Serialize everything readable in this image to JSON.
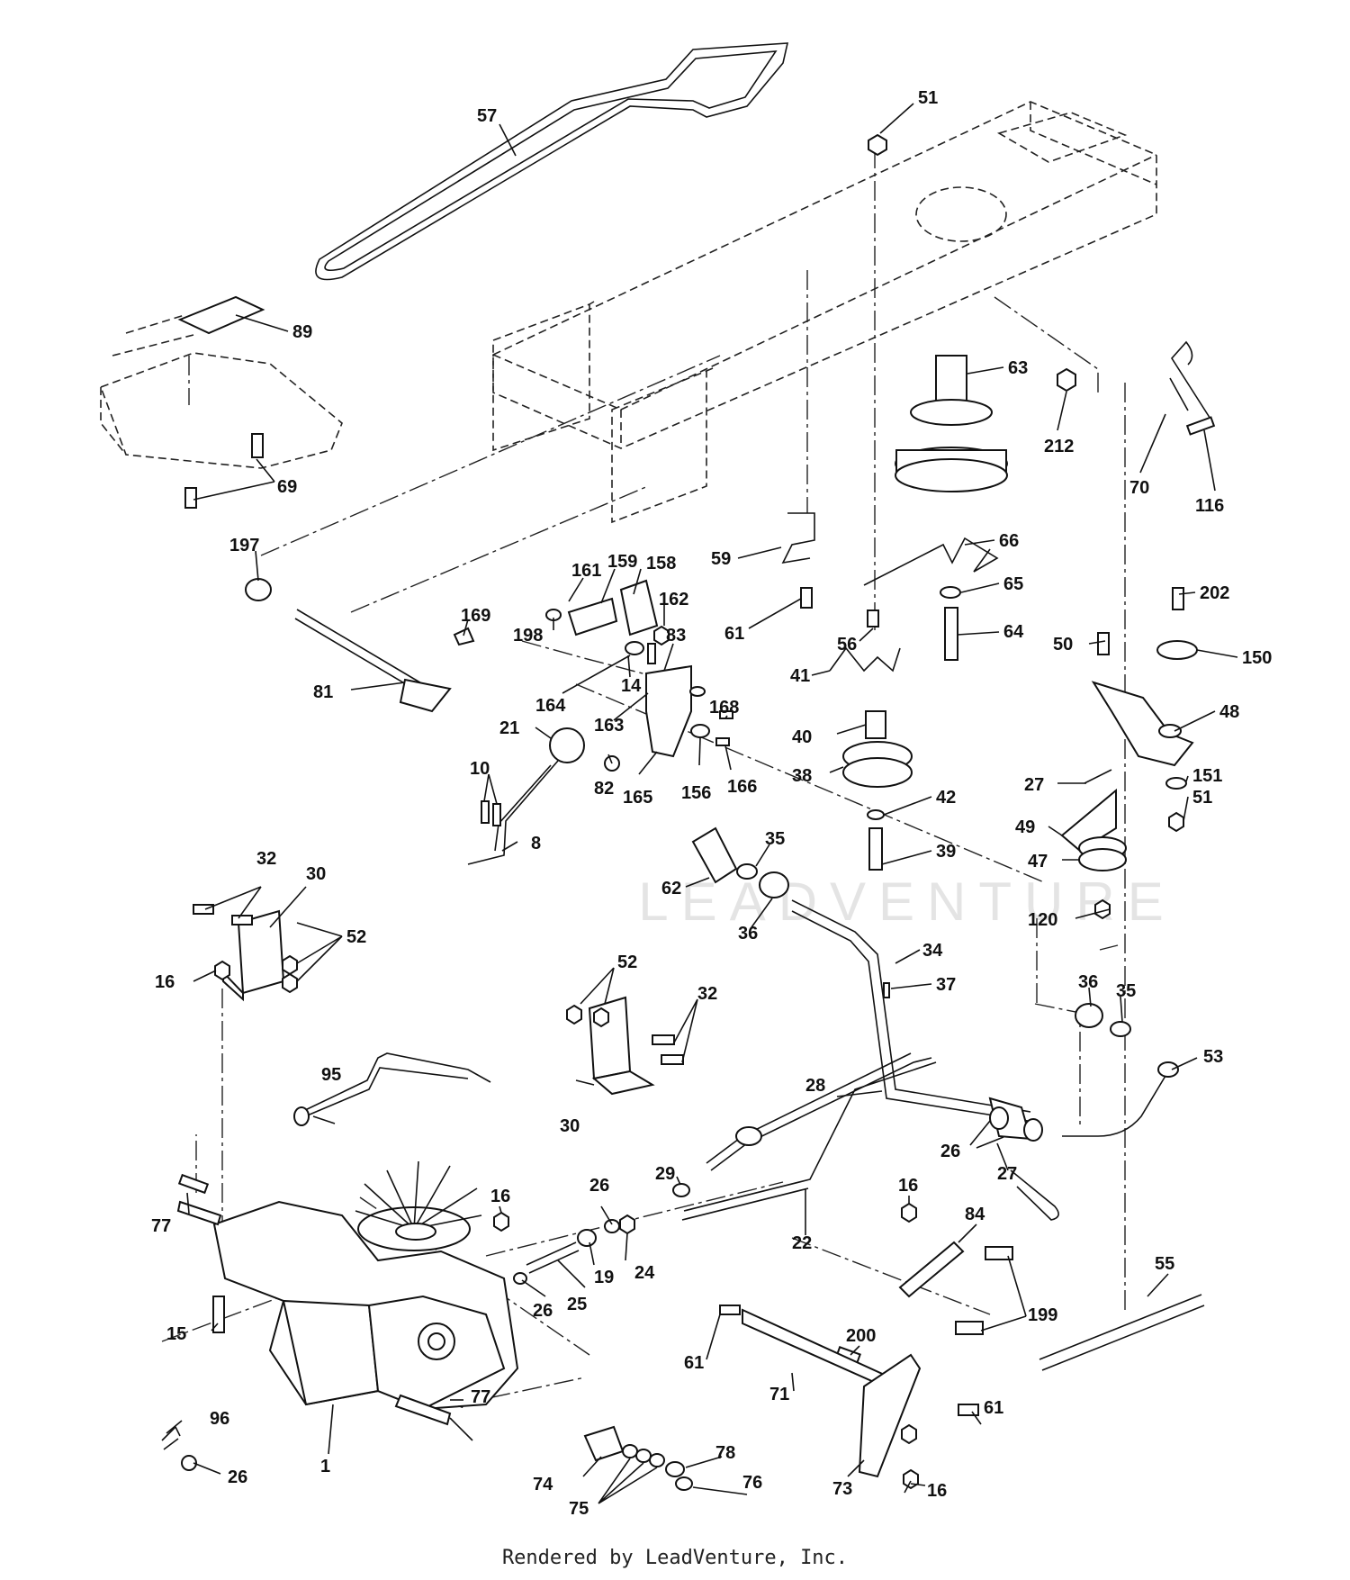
{
  "watermark": "LEADVENTURE",
  "footer": "Rendered by LeadVenture, Inc.",
  "callouts": [
    "57",
    "51",
    "89",
    "63",
    "212",
    "70",
    "116",
    "69",
    "66",
    "197",
    "161",
    "159",
    "158",
    "59",
    "65",
    "169",
    "162",
    "198",
    "61",
    "56",
    "64",
    "202",
    "50",
    "150",
    "83",
    "41",
    "81",
    "14",
    "164",
    "168",
    "48",
    "21",
    "163",
    "40",
    "10",
    "82",
    "165",
    "156",
    "166",
    "38",
    "42",
    "27",
    "151",
    "51",
    "49",
    "8",
    "35",
    "39",
    "47",
    "62",
    "36",
    "120",
    "32",
    "30",
    "52",
    "16",
    "34",
    "37",
    "52",
    "32",
    "36",
    "35",
    "53",
    "95",
    "28",
    "30",
    "26",
    "29",
    "27",
    "77",
    "16",
    "26",
    "22",
    "16",
    "84",
    "24",
    "19",
    "26",
    "25",
    "199",
    "55",
    "15",
    "200",
    "61",
    "71",
    "61",
    "96",
    "77",
    "26",
    "1",
    "78",
    "74",
    "73",
    "16",
    "75",
    "76"
  ]
}
